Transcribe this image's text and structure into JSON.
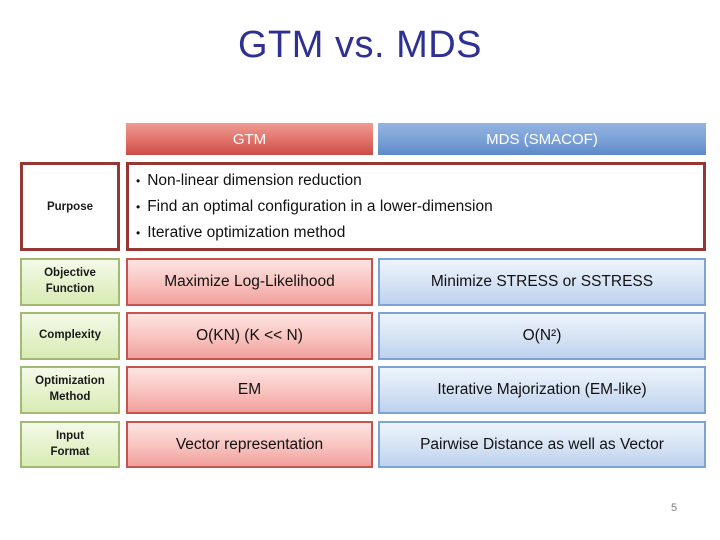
{
  "slide": {
    "title": "GTM vs. MDS",
    "page_number": "5"
  },
  "table": {
    "columns": [
      {
        "label": "GTM"
      },
      {
        "label": "MDS (SMACOF)"
      }
    ],
    "purpose": {
      "label": "Purpose",
      "bullets": [
        "Non-linear dimension reduction",
        "Find an optimal configuration in a lower-dimension",
        "Iterative optimization method"
      ]
    },
    "rows": [
      {
        "label": "Objective\nFunction",
        "gtm": "Maximize Log-Likelihood",
        "mds": "Minimize STRESS or SSTRESS"
      },
      {
        "label": "Complexity",
        "gtm": "O(KN) (K << N)",
        "mds": "O(N²)"
      },
      {
        "label": "Optimization\nMethod",
        "gtm": "EM",
        "mds": "Iterative Majorization (EM-like)"
      },
      {
        "label": "Input\nFormat",
        "gtm": "Vector representation",
        "mds": "Pairwise Distance as well as Vector"
      }
    ],
    "bullet_glyph": "•"
  },
  "colors": {
    "title": "#2E3192",
    "gtm_header_red": "#CC4B47",
    "mds_header_blue": "#5D89C8",
    "purpose_border_maroon": "#953735",
    "label_green_fill": "#D8ECB4",
    "label_green_border": "#A4BA74",
    "gtm_cell_pink": "#F1A09C",
    "gtm_cell_border": "#C5534F",
    "mds_cell_blue": "#BDD2EE",
    "mds_cell_border": "#7DA2D4",
    "page_number_gray": "#7F7F7F"
  }
}
